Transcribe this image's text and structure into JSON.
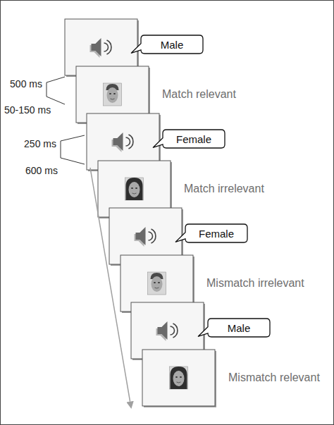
{
  "diagram": {
    "nodes": [
      {
        "text": [
          "Male"
        ]
      },
      {
        "text": [
          "Female"
        ]
      },
      {
        "text": [
          "Female"
        ]
      },
      {
        "text": [
          "Male"
        ]
      }
    ],
    "labels": [
      "500 ms",
      "50-150 ms",
      "Match relevant",
      "250 ms",
      "600 ms",
      "Match irrelevant",
      "Mismatch irrelevant",
      "Mismatch relevant"
    ]
  }
}
